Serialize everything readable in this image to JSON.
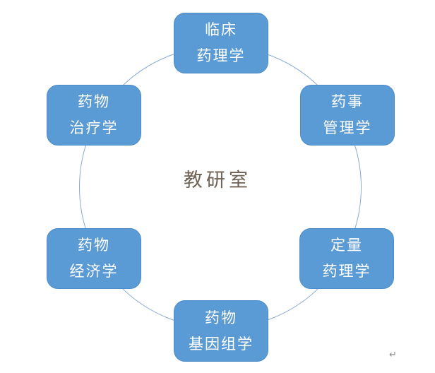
{
  "diagram": {
    "center_label": "教研室",
    "nodes": [
      {
        "id": "clinical-pharmacology",
        "line1": "临床",
        "line2": "药理学",
        "position": "top"
      },
      {
        "id": "pharmacy-administration",
        "line1": "药事",
        "line2": "管理学",
        "position": "upper-right"
      },
      {
        "id": "quantitative-pharmacology",
        "line1": "定量",
        "line2": "药理学",
        "position": "lower-right"
      },
      {
        "id": "pharmacogenomics",
        "line1": "药物",
        "line2": "基因组学",
        "position": "bottom"
      },
      {
        "id": "pharmacoeconomics",
        "line1": "药物",
        "line2": "经济学",
        "position": "lower-left"
      },
      {
        "id": "pharmacotherapeutics",
        "line1": "药物",
        "line2": "治疗学",
        "position": "upper-left"
      }
    ]
  },
  "colors": {
    "background": "#ffffff",
    "node_fill": "#5b9bd5",
    "node_border": "#4e8cc8",
    "node_text": "#ffffff",
    "circle_stroke": "#8aabd3",
    "center_text": "#6f6257",
    "mark": "#8a8a8a"
  },
  "artifacts": {
    "paragraph_mark": "↵"
  }
}
